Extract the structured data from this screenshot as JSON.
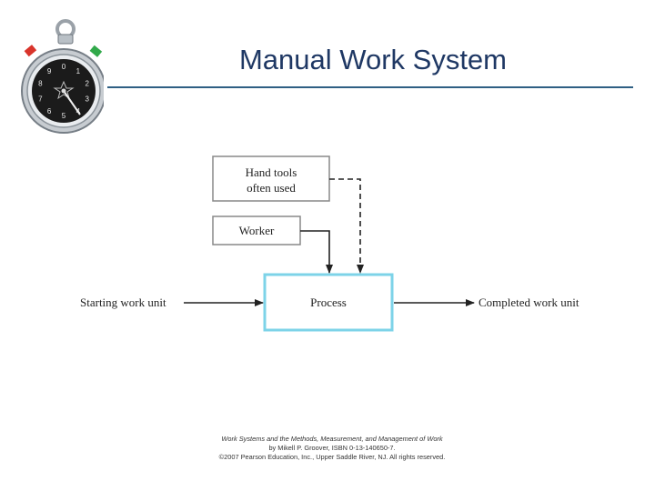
{
  "slide": {
    "title": "Manual Work System"
  },
  "stopwatch": {
    "icon": "stopwatch-icon",
    "numerals": [
      "0",
      "1",
      "2",
      "3",
      "4",
      "5",
      "6",
      "7",
      "8",
      "9"
    ]
  },
  "diagram": {
    "boxes": {
      "hand_tools": [
        "Hand tools",
        "often used"
      ],
      "worker": "Worker",
      "process": "Process"
    },
    "labels": {
      "starting": "Starting work unit",
      "completed": "Completed work unit"
    },
    "colors": {
      "process_border": "#7dd3e8",
      "box_border": "#888888",
      "arrow": "#222222"
    }
  },
  "caption": {
    "line1": "Work Systems and the Methods, Measurement, and Management of Work",
    "line2": "by Mikell P. Groover, ISBN 0-13-140650-7.",
    "line3": "©2007 Pearson Education, Inc., Upper Saddle River, NJ.  All rights reserved."
  }
}
